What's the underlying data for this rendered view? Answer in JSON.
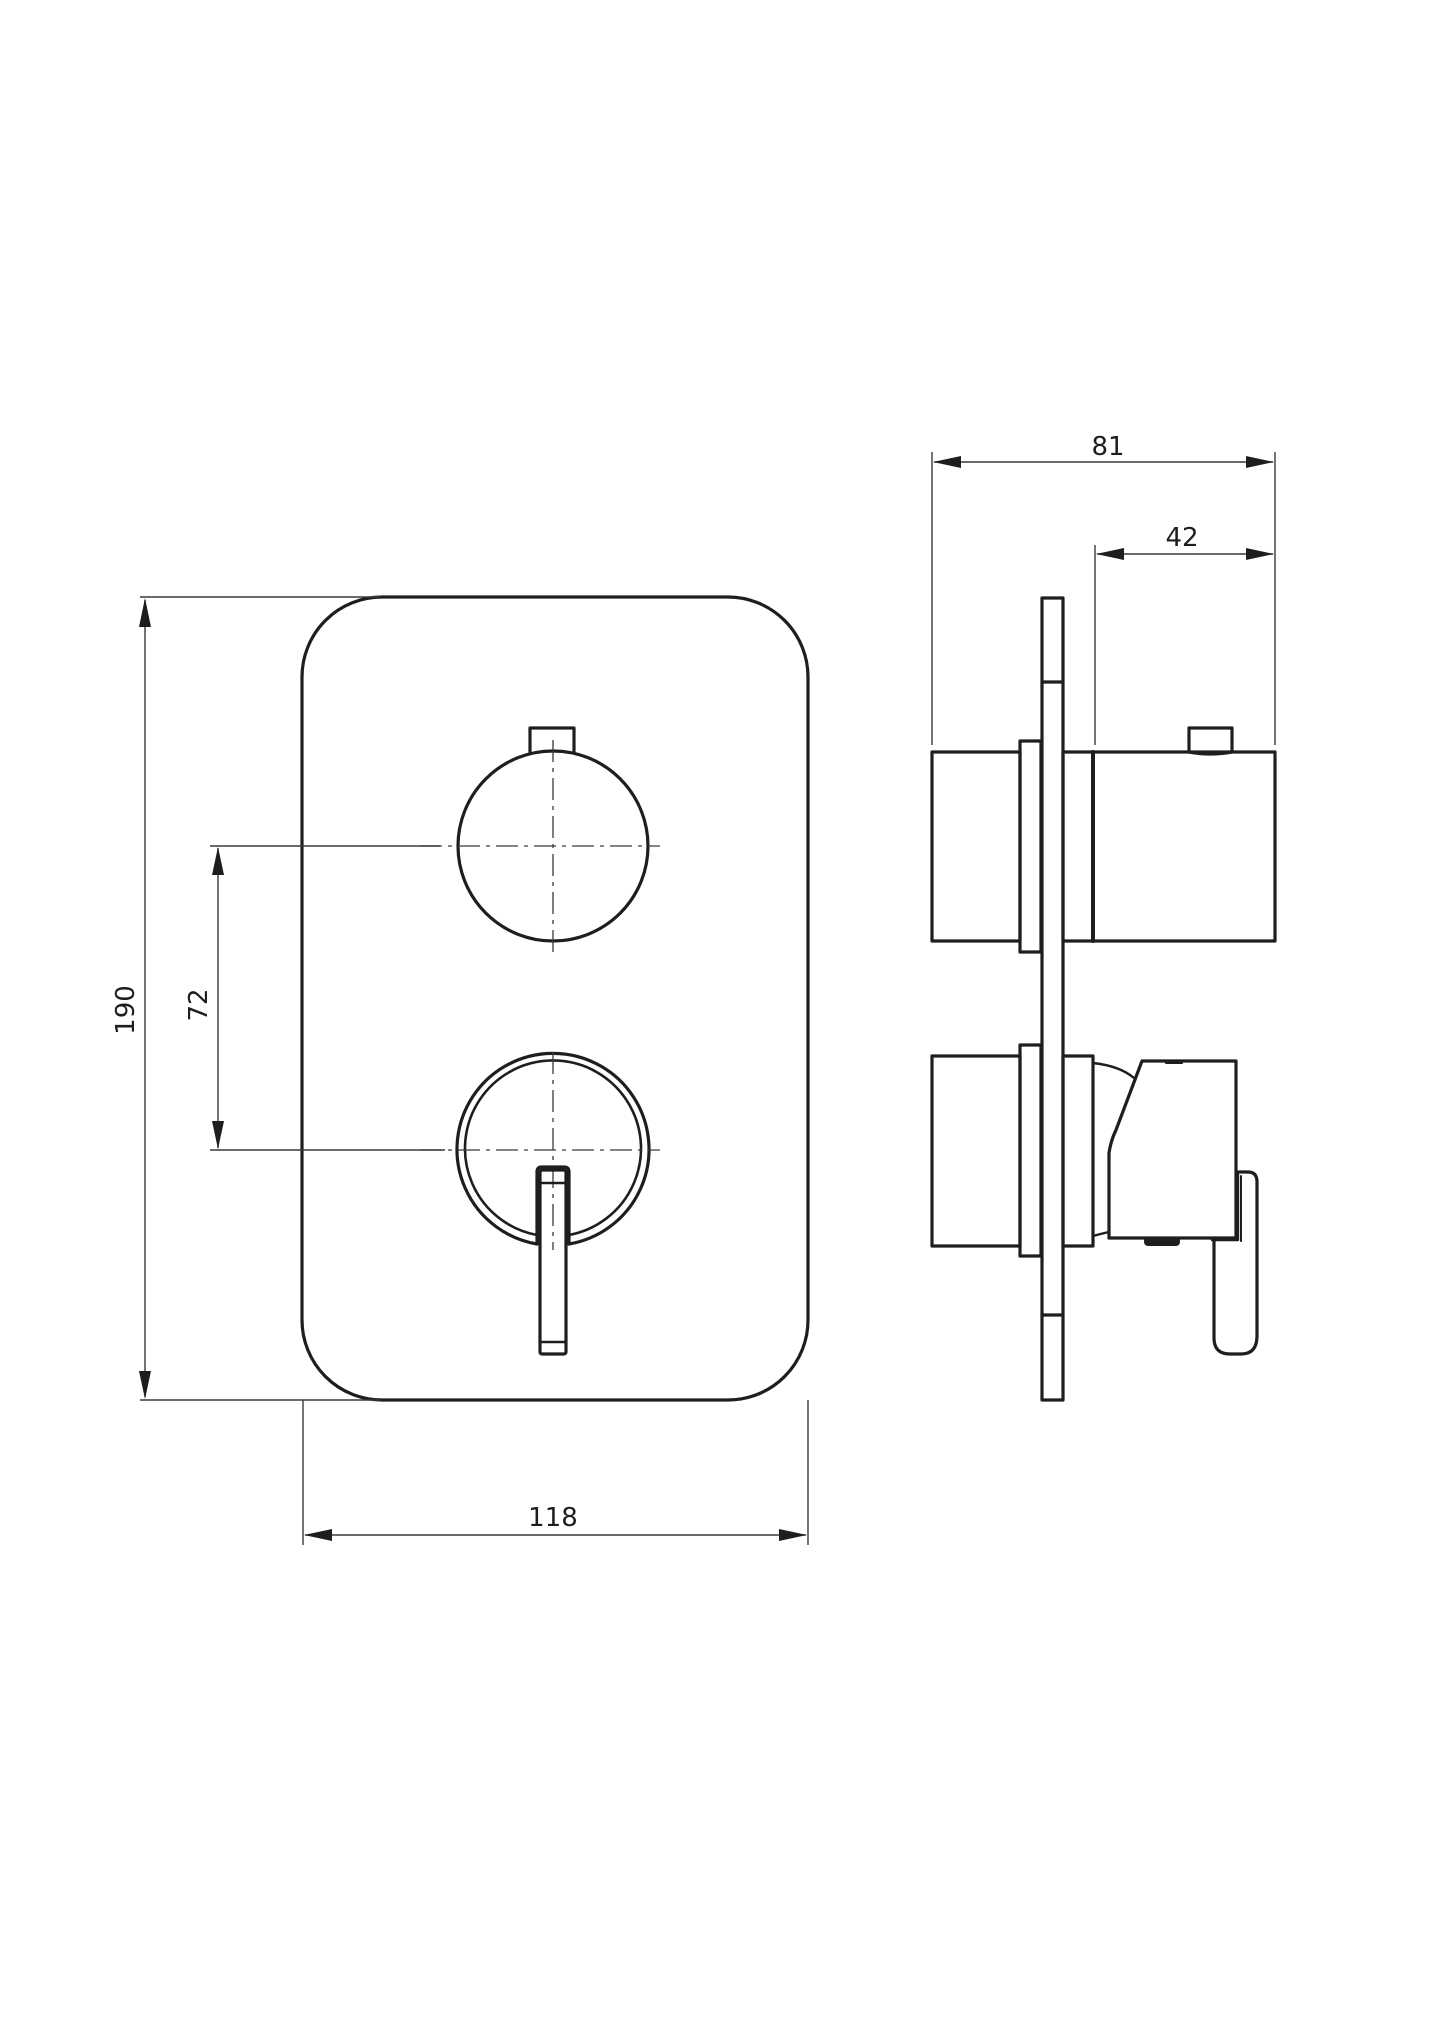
{
  "drawing": {
    "type": "technical-dimension-drawing",
    "subject": "concealed shower mixer trim plate with thermostatic knob and diverter lever",
    "units": "mm",
    "line_color": "#1e1e1e",
    "background": "#ffffff"
  },
  "front_view": {
    "dimensions": {
      "height_label": "190",
      "knob_spacing_label": "72",
      "width_label": "118"
    },
    "components": [
      "rounded-rectangle-plate",
      "thermostatic-knob-top",
      "diverter-knob-bottom",
      "lever-handle"
    ]
  },
  "side_view": {
    "dimensions": {
      "total_depth_label": "81",
      "projection_label": "42"
    },
    "components": [
      "wall-plate",
      "upper-body",
      "upper-knob",
      "lower-body",
      "lower-handle",
      "lever"
    ]
  }
}
